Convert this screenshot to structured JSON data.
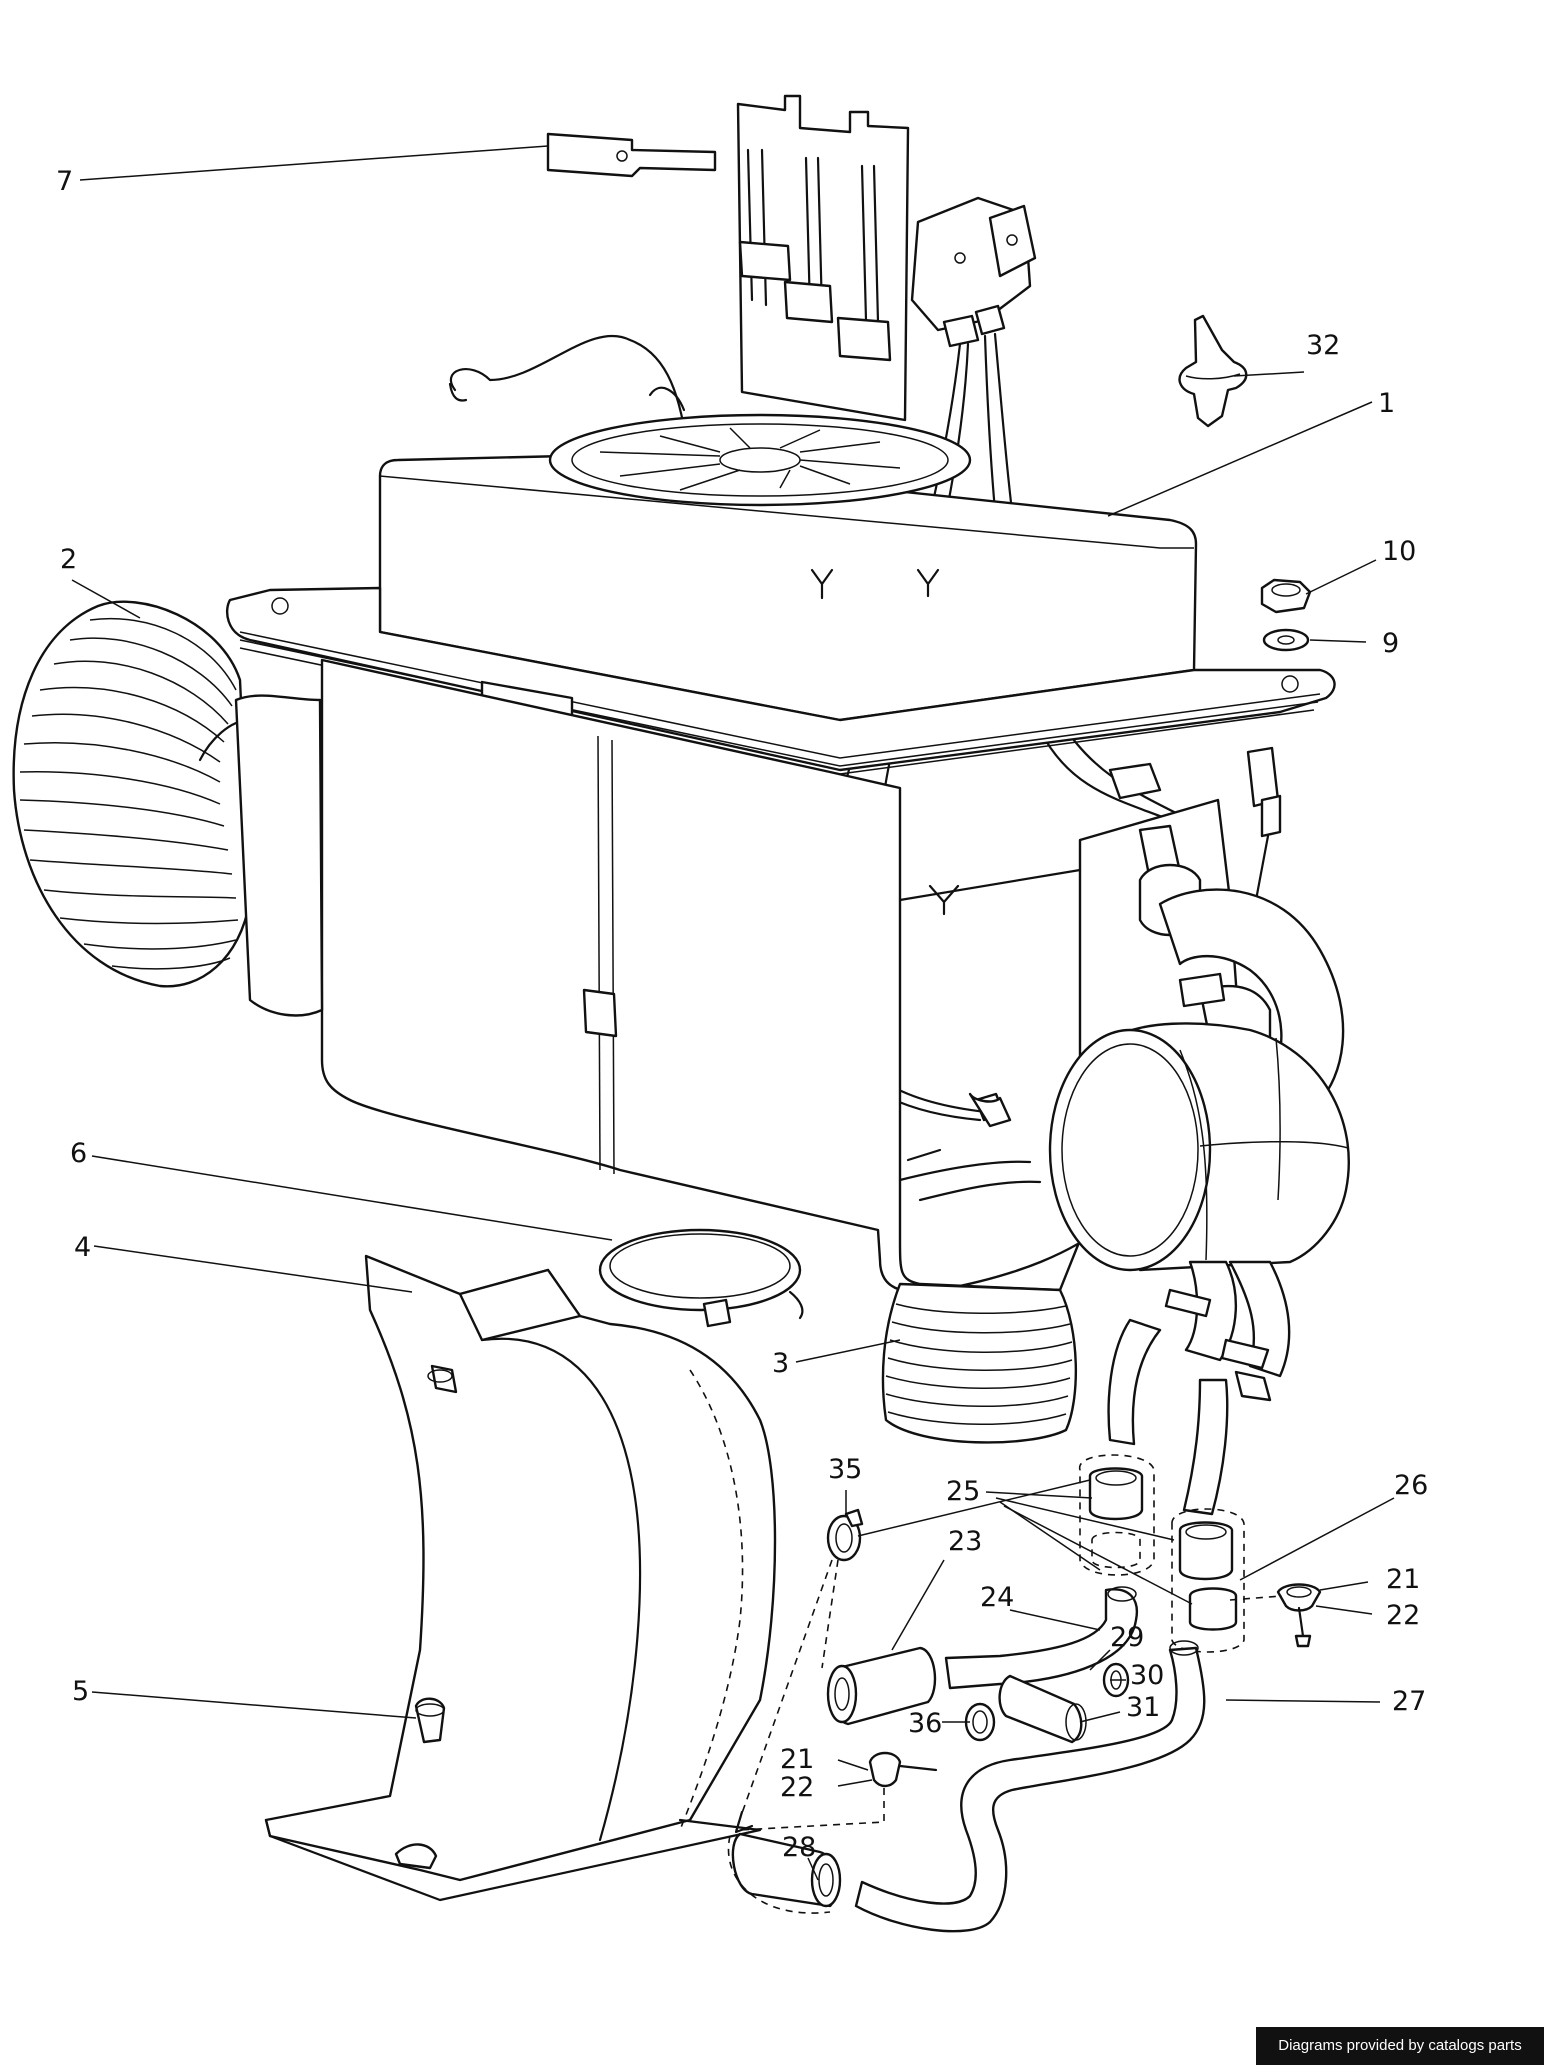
{
  "labels": {
    "l7": "7",
    "l32": "32",
    "l1": "1",
    "l2": "2",
    "l10": "10",
    "l9": "9",
    "l6": "6",
    "l3": "3",
    "l35": "35",
    "l25": "25",
    "l26": "26",
    "l23": "23",
    "l21a": "21",
    "l22a": "22",
    "l24": "24",
    "l29": "29",
    "l30": "30",
    "l4": "4",
    "l27": "27",
    "l5": "5",
    "l36": "36",
    "l31": "31",
    "l21b": "21",
    "l22b": "22",
    "l28": "28"
  },
  "footer": {
    "credit": "Diagrams provided by catalogs parts"
  }
}
